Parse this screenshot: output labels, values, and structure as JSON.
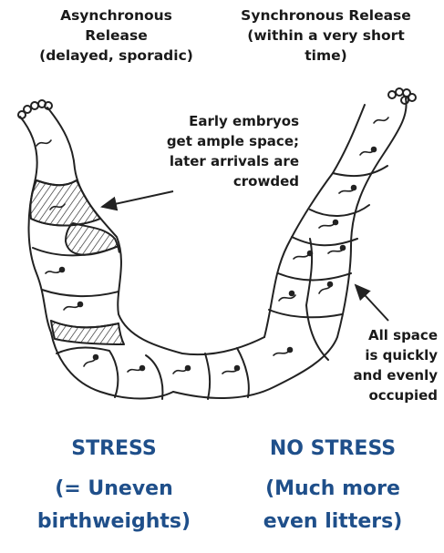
{
  "headers": {
    "left": "Asynchronous\nRelease\n(delayed, sporadic)",
    "right": "Synchronous Release\n(within a very short\ntime)"
  },
  "annotations": {
    "left_note": "Early embryos\nget ample space;\nlater arrivals are\ncrowded",
    "right_note": "All space\nis quickly\nand evenly\noccupied"
  },
  "outcomes": {
    "left": {
      "label": "STRESS",
      "sub1": "(= Uneven",
      "sub2": "birthweights)"
    },
    "right": {
      "label": "NO STRESS",
      "sub1": "(Much more",
      "sub2": "even litters)"
    }
  },
  "colors": {
    "outcome_text": "#1f4f8a",
    "sketch": "#222222"
  }
}
